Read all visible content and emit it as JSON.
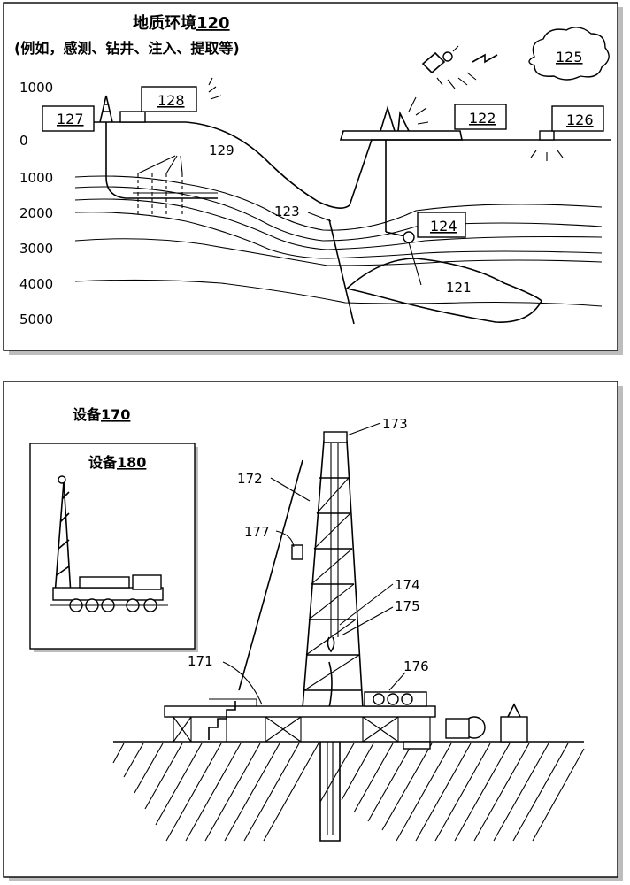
{
  "top_panel": {
    "title_prefix": "地质环境",
    "title_ref": "120",
    "subtitle": "(例如，感测、钻井、注入、提取等)",
    "depth_labels": [
      "1000",
      "0",
      "1000",
      "2000",
      "3000",
      "4000",
      "5000"
    ],
    "box_labels": {
      "b127": "127",
      "b128": "128",
      "b122": "122",
      "b126": "126",
      "b124": "124",
      "b125": "125"
    },
    "ref_labels": {
      "r129": "129",
      "r123": "123",
      "r121": "121"
    }
  },
  "bottom_panel": {
    "equipment_170_prefix": "设备",
    "equipment_170_ref": "170",
    "equipment_180_prefix": "设备",
    "equipment_180_ref": "180",
    "ref_labels": {
      "r173": "173",
      "r172": "172",
      "r177": "177",
      "r174": "174",
      "r175": "175",
      "r171": "171",
      "r176": "176"
    }
  }
}
